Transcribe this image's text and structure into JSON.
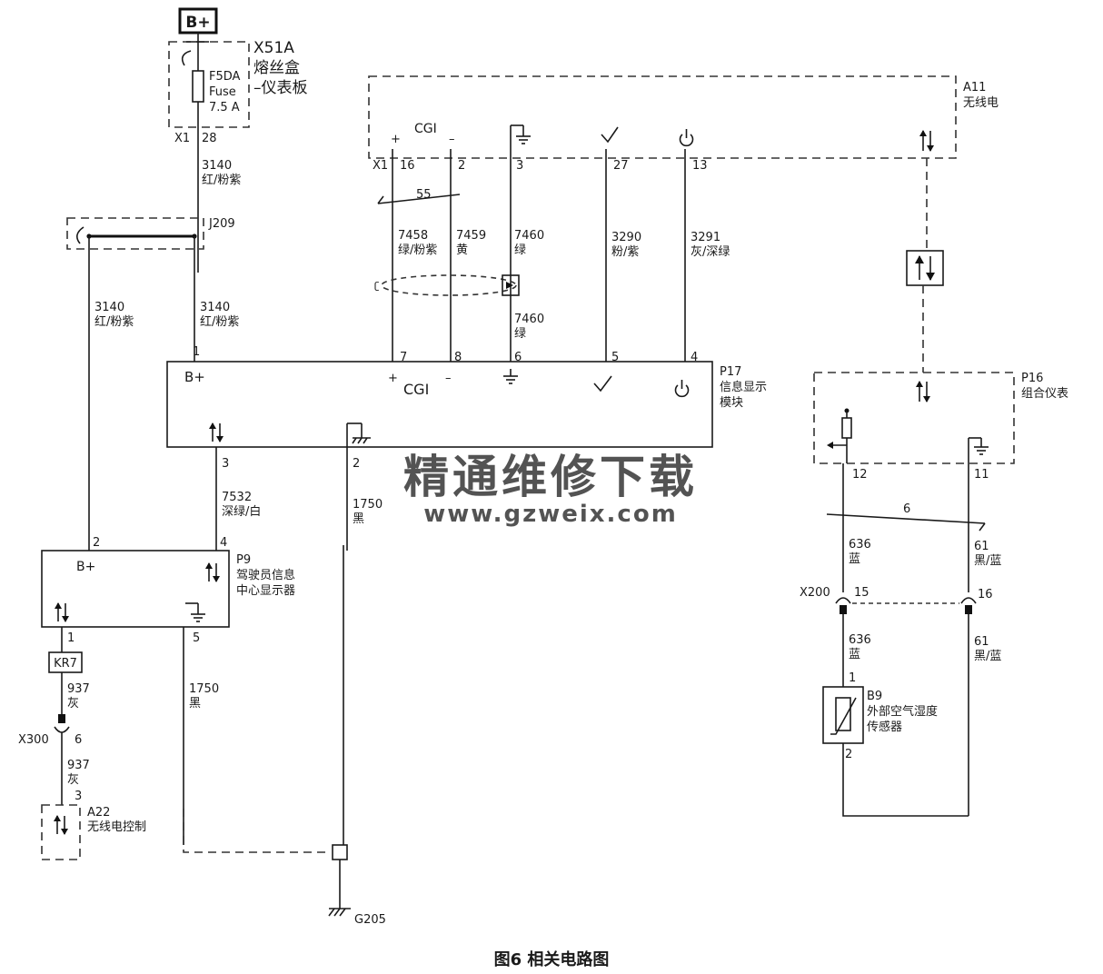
{
  "battery_label": "B+",
  "fuse_box": {
    "id": "X51A",
    "name_line1": "熔丝盒",
    "name_line2": "–仪表板"
  },
  "fuse": {
    "id": "F5DA",
    "type": "Fuse",
    "rating": "7.5 A"
  },
  "conn_x1": "X1",
  "pin_28": "28",
  "wire_3140": {
    "num": "3140",
    "color": "红/粉紫"
  },
  "splice_j209": "J209",
  "radio": {
    "id": "A11",
    "name": "无线电",
    "cgi_label": "CGI",
    "plus": "+",
    "minus": "–"
  },
  "radio_pins": {
    "p16": "16",
    "p2": "2",
    "p3": "3",
    "p27": "27",
    "p13": "13"
  },
  "twisted_pair_count": "55",
  "wire_7458": {
    "num": "7458",
    "color": "绿/粉紫"
  },
  "wire_7459": {
    "num": "7459",
    "color": "黄"
  },
  "wire_7460": {
    "num": "7460",
    "color": "绿"
  },
  "wire_3290": {
    "num": "3290",
    "color": "粉/紫"
  },
  "wire_3291": {
    "num": "3291",
    "color": "灰/深绿"
  },
  "info_module": {
    "id": "P17",
    "name_line1": "信息显示",
    "name_line2": "模块",
    "b_plus": "B+",
    "cgi_label": "CGI",
    "plus": "+",
    "minus": "–"
  },
  "p17_pins": {
    "p1": "1",
    "p7": "7",
    "p8": "8",
    "p6": "6",
    "p5": "5",
    "p4": "4",
    "p3": "3",
    "p2": "2"
  },
  "wire_7532": {
    "num": "7532",
    "color": "深绿/白"
  },
  "wire_1750": {
    "num": "1750",
    "color": "黑"
  },
  "driver_display": {
    "id": "P9",
    "name_line1": "驾驶员信息",
    "name_line2": "中心显示器",
    "b_plus": "B+"
  },
  "p9_pins": {
    "p2": "2",
    "p4": "4",
    "p1": "1",
    "p5": "5"
  },
  "kr7": "KR7",
  "wire_937": {
    "num": "937",
    "color": "灰"
  },
  "conn_x300": {
    "id": "X300",
    "pin": "6"
  },
  "radio_control": {
    "id": "A22",
    "name": "无线电控制",
    "pin": "3"
  },
  "ground_g205": "G205",
  "cluster": {
    "id": "P16",
    "name": "组合仪表"
  },
  "p16_pins": {
    "p12": "12",
    "p11": "11"
  },
  "twisted_pair_6": "6",
  "wire_636": {
    "num": "636",
    "color": "蓝"
  },
  "wire_61": {
    "num": "61",
    "color": "黑/蓝"
  },
  "conn_x200": {
    "id": "X200",
    "pin15": "15",
    "pin16": "16"
  },
  "sensor": {
    "id": "B9",
    "name_line1": "外部空气湿度",
    "name_line2": "传感器",
    "pin1": "1",
    "pin2": "2"
  },
  "watermark": {
    "text": "精通维修下载",
    "url": "www.gzweix.com"
  },
  "caption": "图6  相关电路图"
}
